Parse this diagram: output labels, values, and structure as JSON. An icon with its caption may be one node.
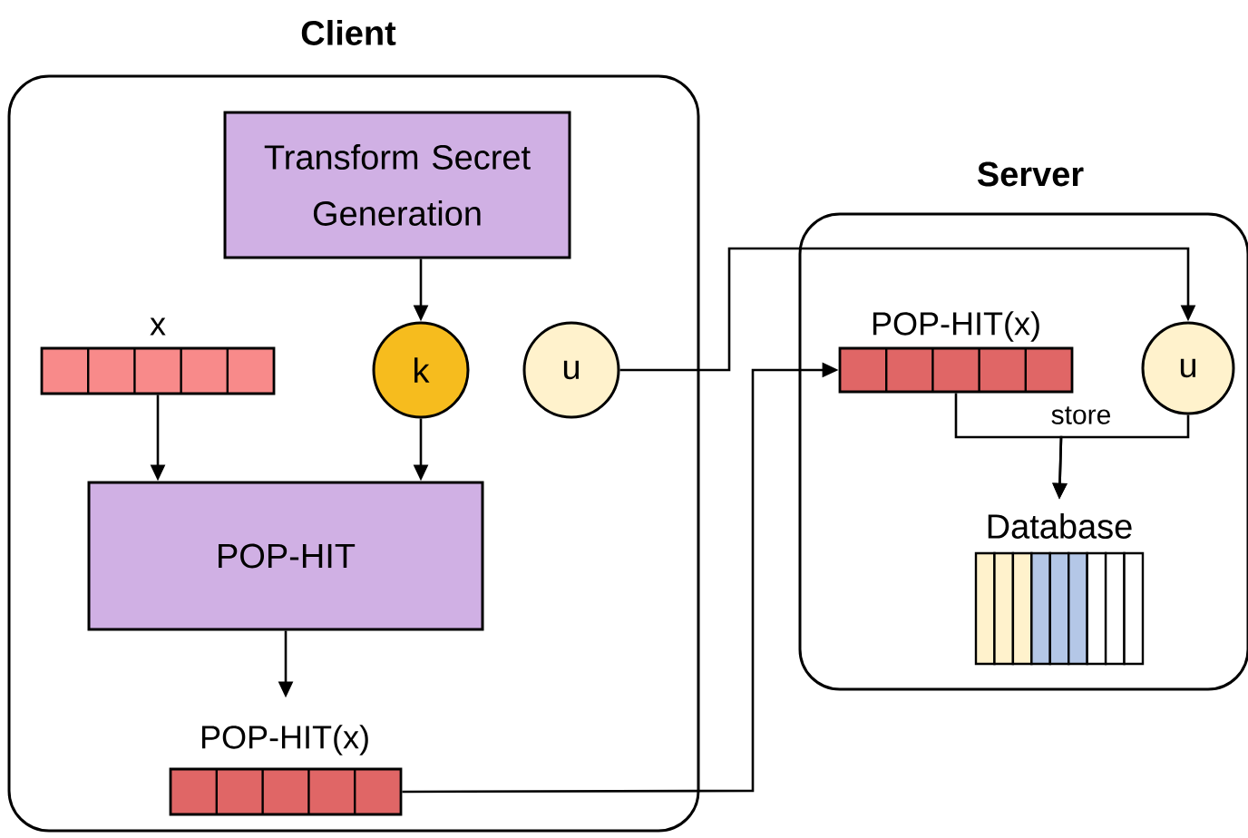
{
  "diagram": {
    "nodes": [
      {
        "text": [
          "Client"
        ]
      },
      {
        "text": [
          "Transform Secret Generation"
        ],
        "in": 0
      },
      {
        "text": [
          "x"
        ],
        "in": 0
      },
      {
        "text": [
          "k"
        ],
        "in": 0
      },
      {
        "text": [
          "u"
        ],
        "in": 0
      },
      {
        "text": [
          "POP-HIT"
        ],
        "in": 0
      },
      {
        "text": [
          "POP-HIT(x)"
        ],
        "in": 0
      },
      {
        "text": [
          "Server"
        ]
      },
      {
        "text": [
          "POP-HIT(x)"
        ],
        "in": 7
      },
      {
        "text": [
          "u"
        ],
        "in": 7
      },
      {
        "text": [
          "Database"
        ],
        "in": 7
      }
    ],
    "edges": [
      {
        "from": 1,
        "to": 3,
        "arrow": "to"
      },
      {
        "from": 2,
        "to": 5,
        "arrow": "to"
      },
      {
        "from": 3,
        "to": 5,
        "arrow": "to"
      },
      {
        "from": 5,
        "to": 6,
        "arrow": "to"
      },
      {
        "from": 4,
        "to": 9,
        "arrow": "to"
      },
      {
        "from": 6,
        "to": 8,
        "arrow": "to"
      },
      {
        "from": 8,
        "to": 10,
        "arrow": "to"
      },
      {
        "from": 9,
        "to": 10,
        "arrow": "to",
        "label": "store"
      }
    ]
  }
}
